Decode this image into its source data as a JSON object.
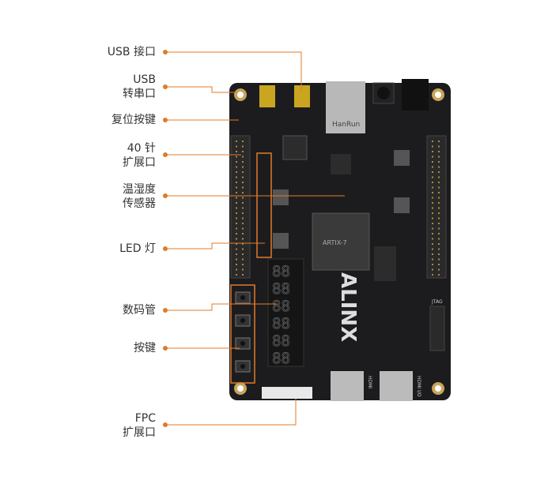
{
  "labels": [
    {
      "id": "usb-port",
      "lines": [
        "USB 接口"
      ]
    },
    {
      "id": "usb-serial",
      "lines": [
        "USB",
        "转串口"
      ]
    },
    {
      "id": "reset-key",
      "lines": [
        "复位按键"
      ]
    },
    {
      "id": "expansion-40pin",
      "lines": [
        "40 针",
        "扩展口"
      ]
    },
    {
      "id": "temp-humidity-sensor",
      "lines": [
        "温湿度",
        "传感器"
      ]
    },
    {
      "id": "led",
      "lines": [
        "LED 灯"
      ]
    },
    {
      "id": "seven-segment",
      "lines": [
        "数码管"
      ]
    },
    {
      "id": "keys",
      "lines": [
        "按键"
      ]
    },
    {
      "id": "fpc",
      "lines": [
        "FPC",
        "扩展口"
      ]
    }
  ],
  "board": {
    "brand": "ALINX",
    "chip": "ARTIX-7",
    "ethernet": "HanRun",
    "hdmi_in": "HDMI",
    "hdmi_out": "HDMI I/O",
    "jtag": "JTAG"
  },
  "colors": {
    "accent": "#e07b2a",
    "board": "#1c1c1e",
    "text": "#333333"
  }
}
